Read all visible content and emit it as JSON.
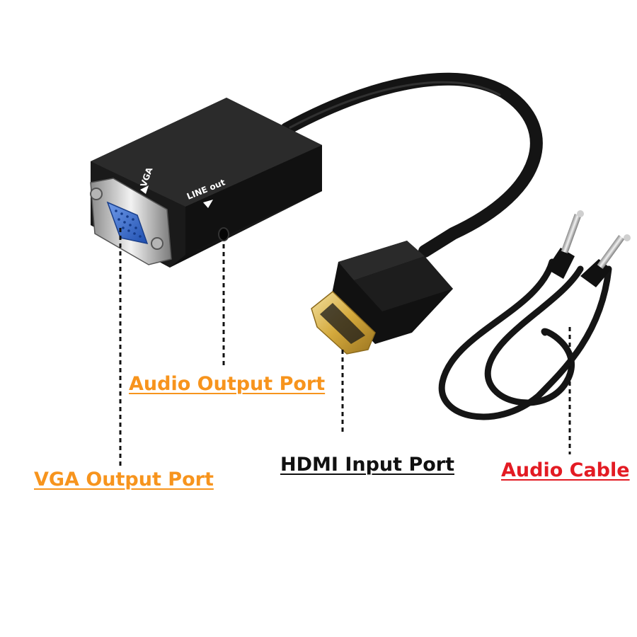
{
  "adapter": {
    "port_markings": {
      "vga": "VGA",
      "line_out": "LINE out"
    }
  },
  "callouts": [
    {
      "id": "audio-output-port",
      "text": "Audio Output Port",
      "color": "#f7941d"
    },
    {
      "id": "vga-output-port",
      "text": "VGA Output Port",
      "color": "#f7941d"
    },
    {
      "id": "hdmi-input-port",
      "text": "HDMI Input Port",
      "color": "#111111"
    },
    {
      "id": "audio-cable",
      "text": "Audio Cable",
      "color": "#e31b23"
    }
  ],
  "colors": {
    "background": "#ffffff",
    "adapter_body": "#1b1b1b",
    "vga_connector": "#3a6fd1",
    "gold_contacts": "#d4a93c"
  }
}
